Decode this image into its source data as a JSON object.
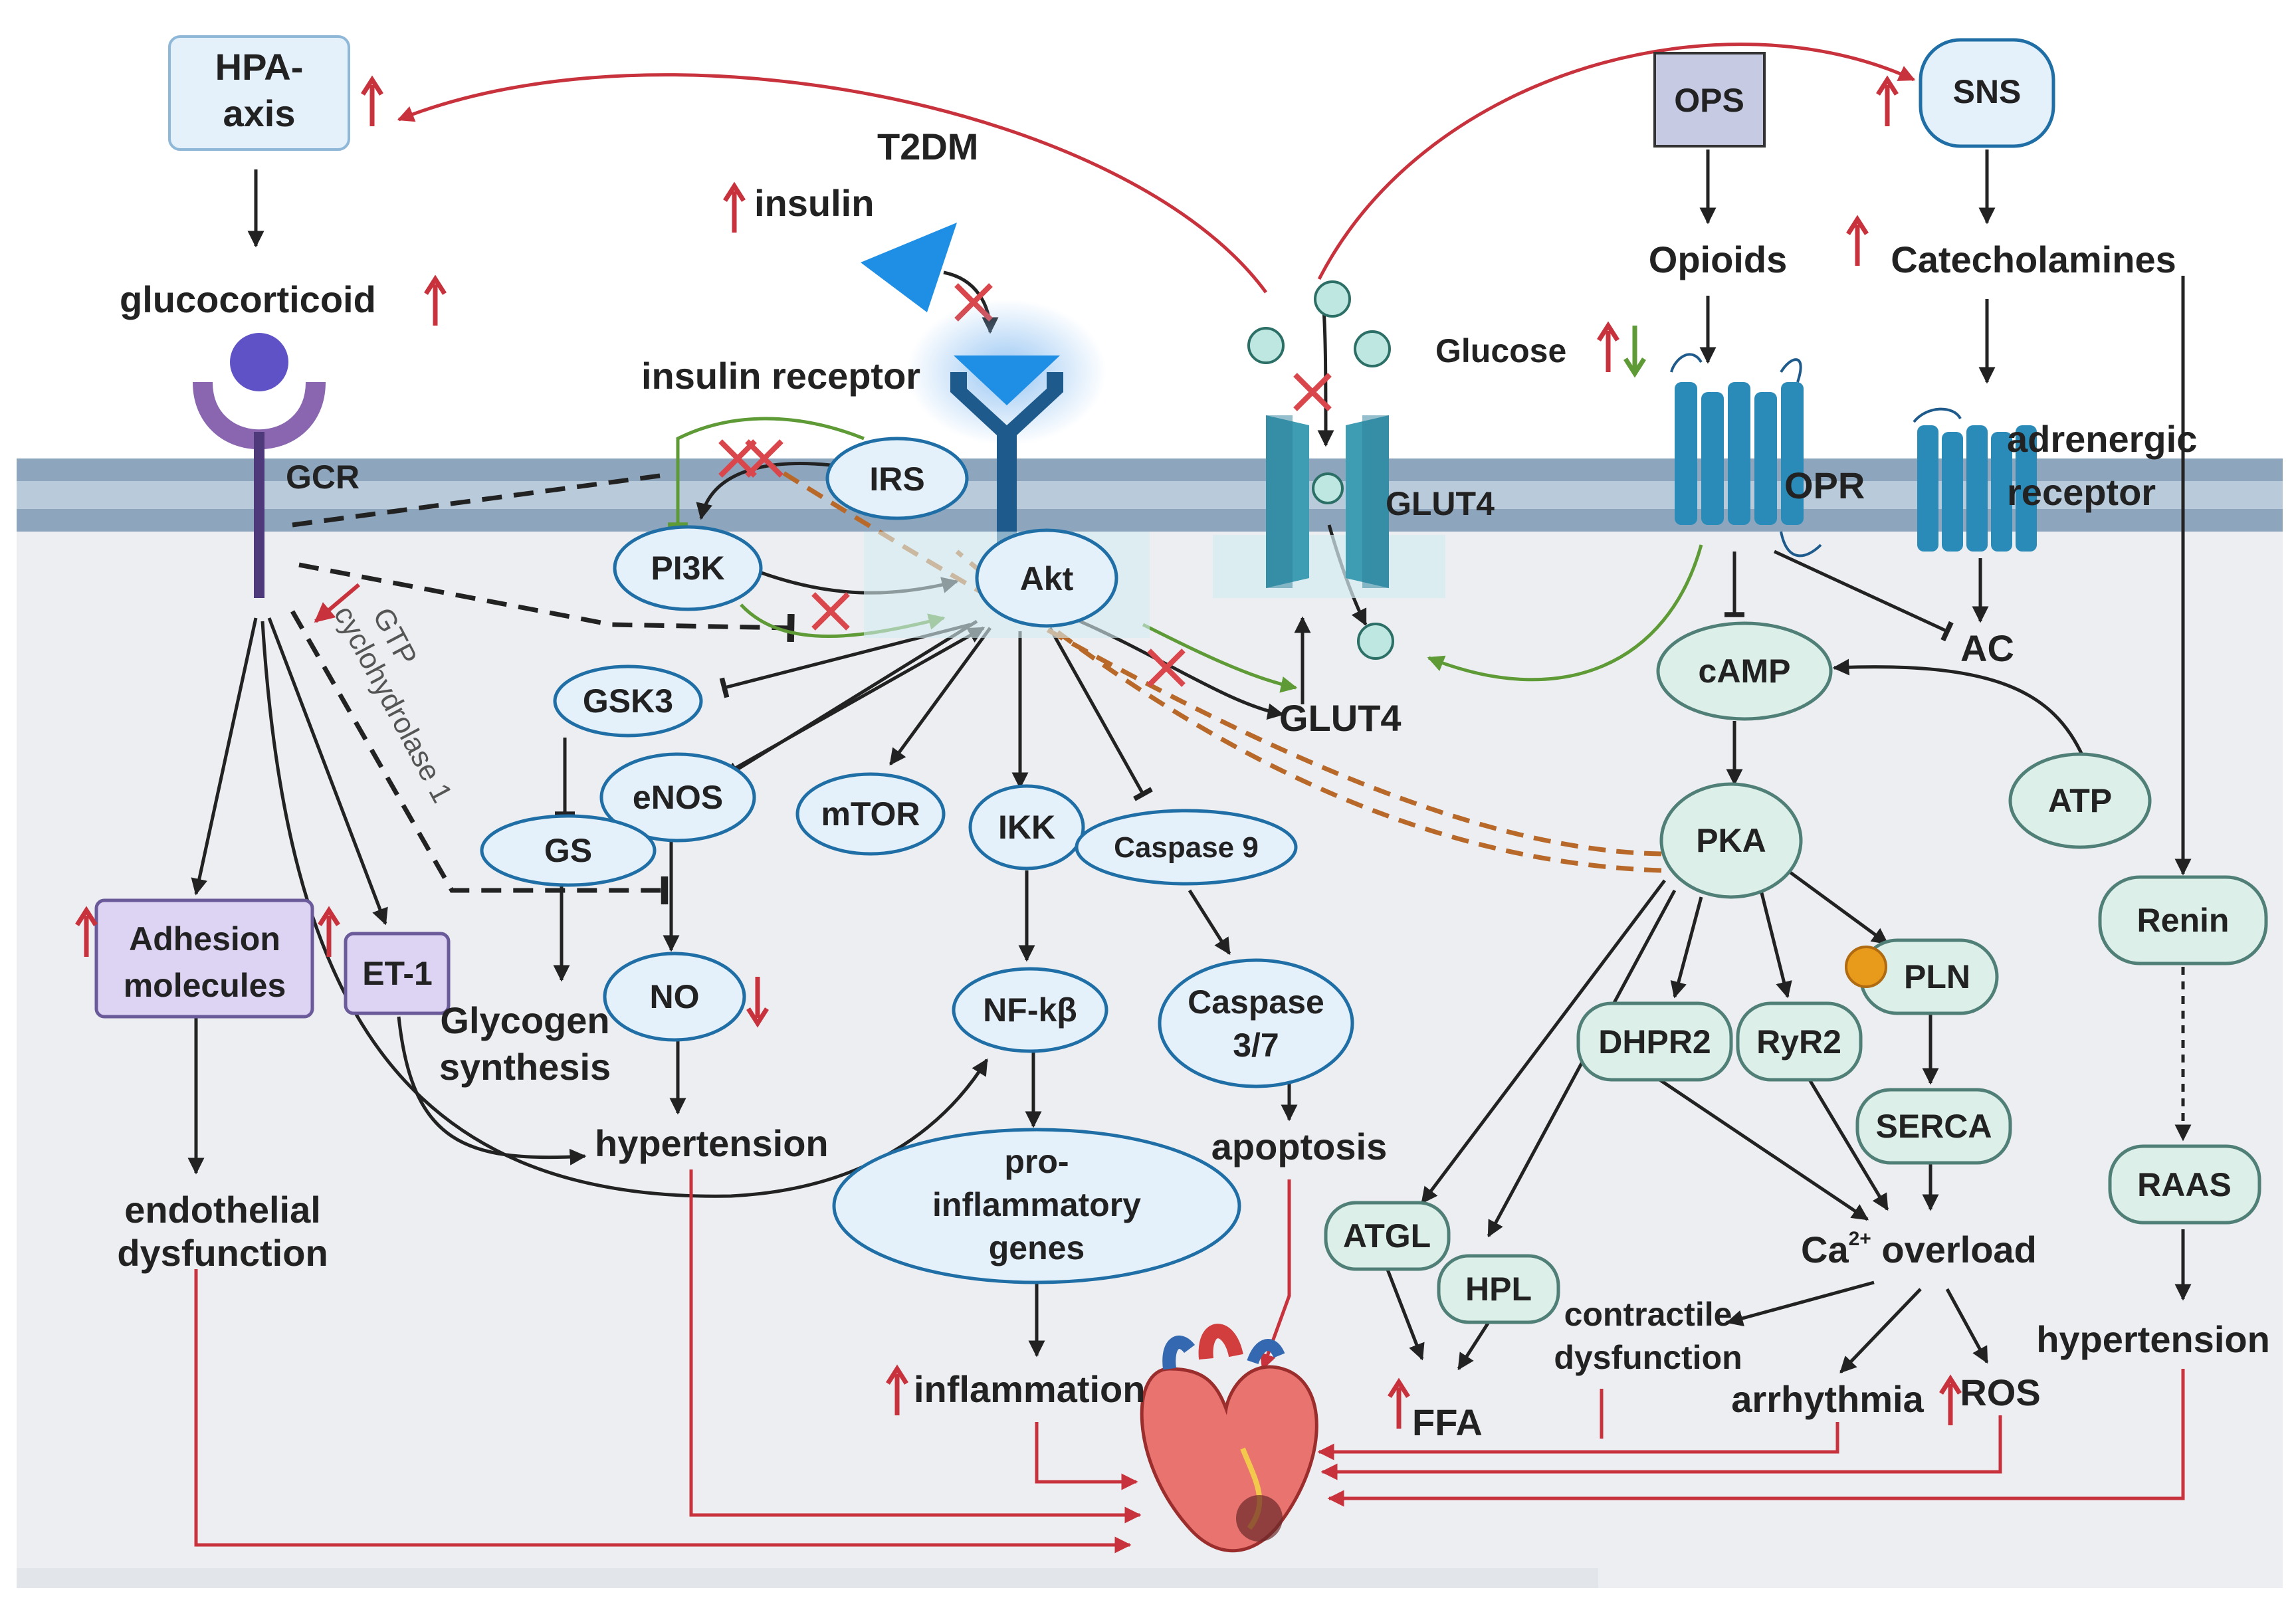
{
  "colors": {
    "membrane": "#8ea6bd",
    "membrane_light": "#b9cadb",
    "cytoplasm": "#eceef1",
    "node_blue_fill": "#e4f0fa",
    "node_blue_stroke": "#1f6fa6",
    "node_teal_fill": "#dcefe9",
    "node_teal_stroke": "#4f7f76",
    "node_purple_fill": "#ddd3f2",
    "node_purple_stroke": "#6a5a9a",
    "box_hpa_fill": "#e4f0fa",
    "box_ops_fill": "#c6cbe3",
    "arrow_black": "#222222",
    "arrow_red": "#c8323c",
    "arrow_green": "#5e9a35",
    "inhibit_brown": "#b8692a",
    "receptor_dark": "#1e5b8c",
    "glut_teal": "#3e9cb3",
    "gcr_purple": "#8a66b0"
  },
  "icons": {
    "insulin": "insulin-triangle-icon",
    "insulin_receptor": "insulin-receptor-icon",
    "gcr": "glucocorticoid-receptor-icon",
    "glut4": "glut4-transporter-icon",
    "opr": "opioid-receptor-icon",
    "adrenergic": "adrenergic-receptor-icon",
    "heart": "heart-icon",
    "up": "up-arrow-icon",
    "down": "down-arrow-icon",
    "block": "block-cross-icon"
  },
  "labels": {
    "hpa_axis_line1": "HPA-",
    "hpa_axis_line2": "axis",
    "glucocorticoid": "glucocorticoid",
    "gcr": "GCR",
    "t2dm": "T2DM",
    "insulin": "insulin",
    "insulin_receptor": "insulin receptor",
    "irs": "IRS",
    "pi3k": "PI3K",
    "akt": "Akt",
    "gsk3": "GSK3",
    "enos": "eNOS",
    "gs": "GS",
    "mtor": "mTOR",
    "ikk": "IKK",
    "caspase9": "Caspase 9",
    "no": "NO",
    "nfkb": "NF-kβ",
    "caspase37_line1": "Caspase",
    "caspase37_line2": "3/7",
    "glycogen_line1": "Glycogen",
    "glycogen_line2": "synthesis",
    "hypertension_mid": "hypertension",
    "apoptosis": "apoptosis",
    "proinflam_line1": "pro-",
    "proinflam_line2": "inflammatory",
    "proinflam_line3": "genes",
    "inflammation": "inflammation",
    "adhesion_line1": "Adhesion",
    "adhesion_line2": "molecules",
    "et1": "ET-1",
    "endothelial_line1": "endothelial",
    "endothelial_line2": "dysfunction",
    "gtp_line1": "GTP",
    "gtp_line2": "cyclohydrolase 1",
    "glut4_membrane": "GLUT4",
    "glut4_cyto": "GLUT4",
    "glucose": "Glucose",
    "ops": "OPS",
    "opioids": "Opioids",
    "opr": "OPR",
    "sns": "SNS",
    "catecholamines": "Catecholamines",
    "adrenergic_line1": "adrenergic",
    "adrenergic_line2": "receptor",
    "camp": "cAMP",
    "ac": "AC",
    "atp": "ATP",
    "pka": "PKA",
    "pln": "PLN",
    "dhpr2": "DHPR2",
    "ryr2": "RyR2",
    "serca": "SERCA",
    "ca_prefix": "Ca",
    "ca_sup": "2+",
    "ca_suffix": " overload",
    "atgl": "ATGL",
    "hpl": "HPL",
    "ffa": "FFA",
    "contractile_line1": "contractile",
    "contractile_line2": "dysfunction",
    "arrhythmia": "arrhythmia",
    "ros": "ROS",
    "renin": "Renin",
    "raas": "RAAS",
    "hypertension_right": "hypertension"
  }
}
